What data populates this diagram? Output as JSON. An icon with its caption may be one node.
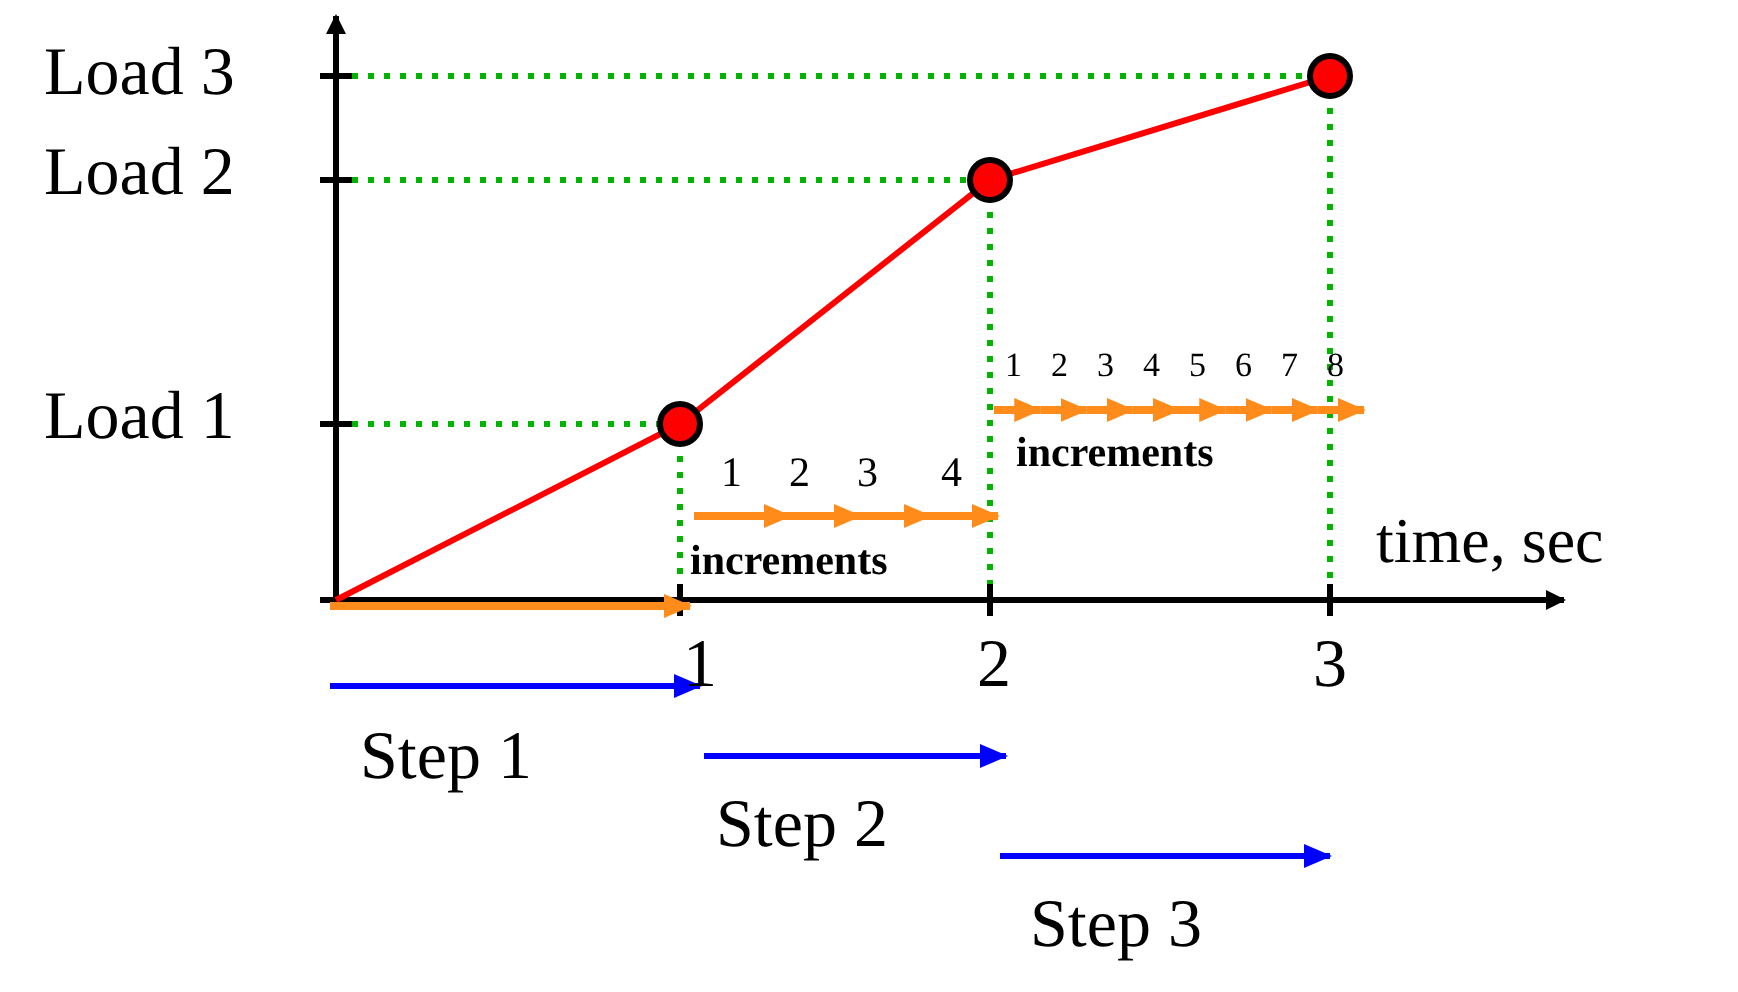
{
  "diagram": {
    "labels": [
      "Load 3",
      "Load 2",
      "Load 1",
      "1",
      "2",
      "3",
      "4",
      "5",
      "6",
      "7",
      "8",
      "increments",
      "1",
      "2",
      "3",
      "4",
      "time, sec",
      "increments",
      "1",
      "2",
      "3",
      "Step 1",
      "Step 2",
      "Step 3"
    ]
  }
}
